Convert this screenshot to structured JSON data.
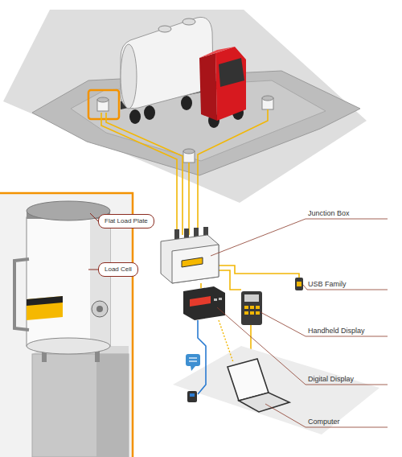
{
  "diagram": {
    "nodes": [
      {
        "text": [
          "Flat Load Plate"
        ]
      },
      {
        "text": [
          "Load Cell"
        ]
      }
    ],
    "labels": [
      "Junction Box",
      "USB Family",
      "Handheld Display",
      "Digital Display",
      "Computer"
    ]
  }
}
